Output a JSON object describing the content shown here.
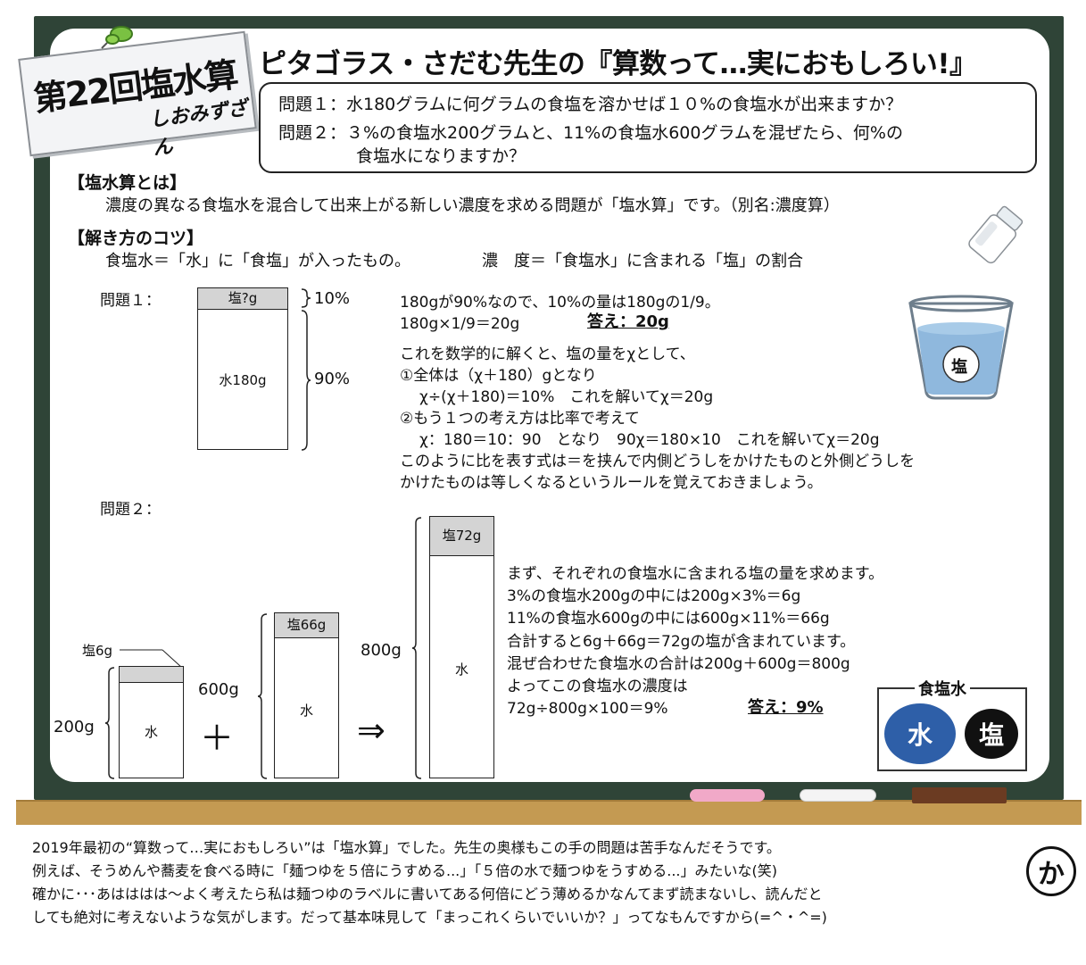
{
  "badge": {
    "main": "第22回塩水算",
    "sub": "しおみずざん"
  },
  "title": "ピタゴラス・さだむ先生の『算数って…実におもしろい!』",
  "questions": {
    "q1": "問題１：水180グラムに何グラムの食塩を溶かせば１０%の食塩水が出来ますか？",
    "q2_line1": "問題２：３%の食塩水200グラムと、11%の食塩水600グラムを混ぜたら、何%の",
    "q2_line2": "食塩水になりますか？"
  },
  "section1": {
    "heading": "【塩水算とは】",
    "body": "濃度の異なる食塩水を混合して出来上がる新しい濃度を求める問題が「塩水算」です。（別名:濃度算）"
  },
  "section2": {
    "heading": "【解き方のコツ】",
    "body1": "食塩水＝「水」に「食塩」が入ったもの。",
    "body2": "濃　度＝「食塩水」に含まれる「塩」の割合"
  },
  "problem1": {
    "label": "問題１：",
    "salt_box": "塩?g",
    "water_box": "水180g",
    "pct_salt": "10%",
    "pct_water": "90%",
    "cup_label": "塩",
    "lines": [
      "180gが90%なので、10%の量は180gの1/9。",
      "180g×1/9＝20g",
      "これを数学的に解くと、塩の量をχとして、",
      "①全体は（χ＋180）gとなり",
      "χ÷(χ＋180)＝10%　これを解いてχ＝20g",
      "②もう１つの考え方は比率で考えて",
      "χ：180＝10：90　となり　90χ＝180×10　これを解いてχ＝20g",
      "このように比を表す式は＝を挟んで内側どうしをかけたものと外側どうしを",
      "かけたものは等しくなるというルールを覚えておきましょう。"
    ],
    "answer": "答え：20g"
  },
  "problem2": {
    "label": "問題２：",
    "box1_salt": "塩6g",
    "box1_total": "200g",
    "box1_water": "水",
    "plus": "＋",
    "box2_total": "600g",
    "box2_salt": "塩66g",
    "box2_water": "水",
    "arrow": "⇒",
    "box3_total": "800g",
    "box3_salt": "塩72g",
    "box3_water": "水",
    "lines": [
      "まず、それぞれの食塩水に含まれる塩の量を求めます。",
      "3%の食塩水200gの中には200g×3%＝6g",
      "11%の食塩水600gの中には600g×11%＝66g",
      "合計すると6g＋66g＝72gの塩が含まれています。",
      "混ぜ合わせた食塩水の合計は200g＋600g＝800g",
      "よってこの食塩水の濃度は",
      "72g÷800g×100＝9%"
    ],
    "answer": "答え：9%"
  },
  "legend": {
    "title": "食塩水",
    "water": "水",
    "salt": "塩"
  },
  "footer": {
    "lines": [
      "2019年最初の“算数って…実におもしろい”は「塩水算」でした。先生の奥様もこの手の問題は苦手なんだそうです。",
      "例えば、そうめんや蕎麦を食べる時に「麺つゆを５倍にうすめる...」「５倍の水で麺つゆをうすめる...」みたいな(笑)",
      "確かに･･･あはははは～よく考えたら私は麺つゆのラベルに書いてある何倍にどう薄めるかなんてまず読まないし、読んだと",
      "しても絶対に考えないような気がします。だって基本味見して「まっこれくらいでいいか？」ってなもんですから(=^・^=)"
    ],
    "signature": "か"
  },
  "colors": {
    "board": "#2f4437",
    "ledge": "#c49a52",
    "legend_water": "#2e5fa8",
    "legend_salt": "#111111",
    "cup_water": "#8fb8dd"
  }
}
